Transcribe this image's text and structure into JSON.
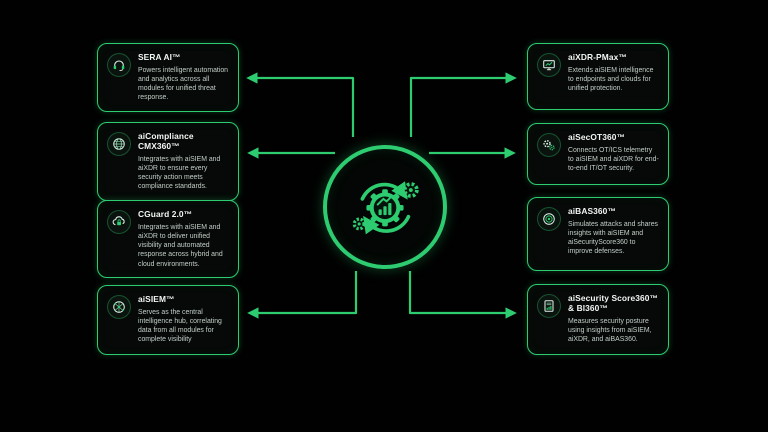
{
  "colors": {
    "background": "#000100",
    "accent_green": "#2ecc71",
    "box_border": "#2ecc71",
    "box_background": "#060a08",
    "title_color": "#f2f6f3",
    "body_color": "#c4cfc9"
  },
  "hub": {
    "icon": "automation-gears-cycle-icon"
  },
  "boxes": [
    {
      "id": "sera-ai",
      "side": "left",
      "icon": "headset-icon",
      "title": "SERA AI™",
      "description": "Powers intelligent automation and analytics across all modules for unified threat response."
    },
    {
      "id": "aicompliance-cmx360",
      "side": "left",
      "icon": "globe-icon",
      "title": "aiCompliance CMX360™",
      "description": "Integrates with aiSIEM and aiXDR to ensure every security action meets compliance standards."
    },
    {
      "id": "cguard-2-0",
      "side": "left",
      "icon": "cloud-lock-icon",
      "title": "CGuard 2.0™",
      "description": "Integrates with aiSIEM and aiXDR to deliver unified visibility and automated response across hybrid and cloud environments."
    },
    {
      "id": "aisiem",
      "side": "left",
      "icon": "network-globe-icon",
      "title": "aiSIEM™",
      "description": "Serves as the central intelligence hub, correlating data from all modules for complete visibility"
    },
    {
      "id": "aixdr-pmax",
      "side": "right",
      "icon": "monitor-icon",
      "title": "aiXDR-PMax™",
      "description": "Extends aiSIEM intelligence to endpoints and clouds for unified protection."
    },
    {
      "id": "aisecot360",
      "side": "right",
      "icon": "gears-icon",
      "title": "aiSecOT360™",
      "description": "Connects OT/ICS telemetry to aiSIEM and aiXDR for end-to-end IT/OT security."
    },
    {
      "id": "aibas360",
      "side": "right",
      "icon": "target-icon",
      "title": "aiBAS360™",
      "description": "Simulates attacks and shares insights with aiSIEM and aiSecurityScore360 to improve defenses."
    },
    {
      "id": "aisecurity-score360-bi360",
      "side": "right",
      "icon": "report-icon",
      "title": "aiSecurity Score360™ & BI360™",
      "description": "Measures security posture using insights from aiSIEM, aiXDR, and aiBAS360."
    }
  ]
}
